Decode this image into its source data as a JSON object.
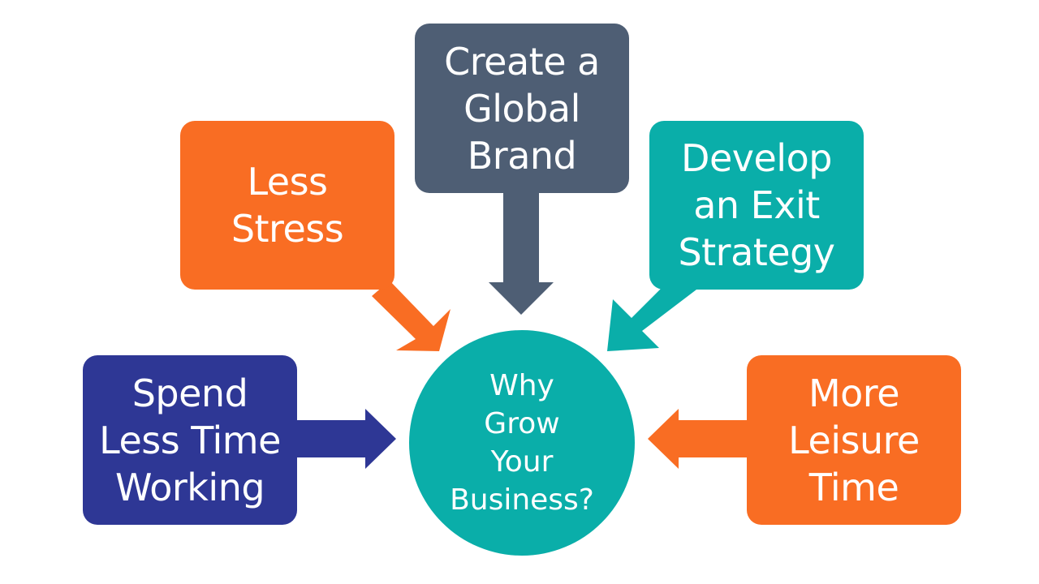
{
  "diagram": {
    "center": {
      "label": "Why\nGrow\nYour\nBusiness?",
      "color": "#0aaea9"
    },
    "nodes": [
      {
        "id": "less-stress",
        "label": "Less\nStress",
        "color": "#f96d23"
      },
      {
        "id": "global-brand",
        "label": "Create a\nGlobal\nBrand",
        "color": "#4e5e74"
      },
      {
        "id": "exit-strategy",
        "label": "Develop\nan Exit\nStrategy",
        "color": "#0aaea9"
      },
      {
        "id": "spend-less",
        "label": "Spend\nLess Time\nWorking",
        "color": "#2e3795"
      },
      {
        "id": "more-leisure",
        "label": "More\nLeisure\nTime",
        "color": "#f96d23"
      }
    ],
    "edges": [
      {
        "from": "less-stress",
        "to": "center"
      },
      {
        "from": "global-brand",
        "to": "center"
      },
      {
        "from": "exit-strategy",
        "to": "center"
      },
      {
        "from": "spend-less",
        "to": "center"
      },
      {
        "from": "more-leisure",
        "to": "center"
      }
    ]
  }
}
